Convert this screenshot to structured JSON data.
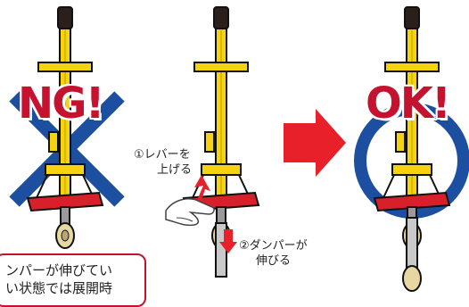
{
  "ng_text": "NG!",
  "ok_text": "OK!",
  "step1_line1": "①レバーを",
  "step1_line2": "上げる",
  "step2_line1": "②ダンパーが",
  "step2_line2": "伸びる",
  "note_line1": "ンパーが伸びてい",
  "note_line2": "い状態では展開時",
  "colors": {
    "pole_yellow": "#f5d40f",
    "outline": "#111111",
    "pedal_red": "#d8202a",
    "cross_blue": "#1d4fa0",
    "circle_blue": "#1d4fa0",
    "arrow_red": "#e8202a",
    "ng_red": "#c4122f",
    "damper_gray": "#c9c9c9"
  }
}
